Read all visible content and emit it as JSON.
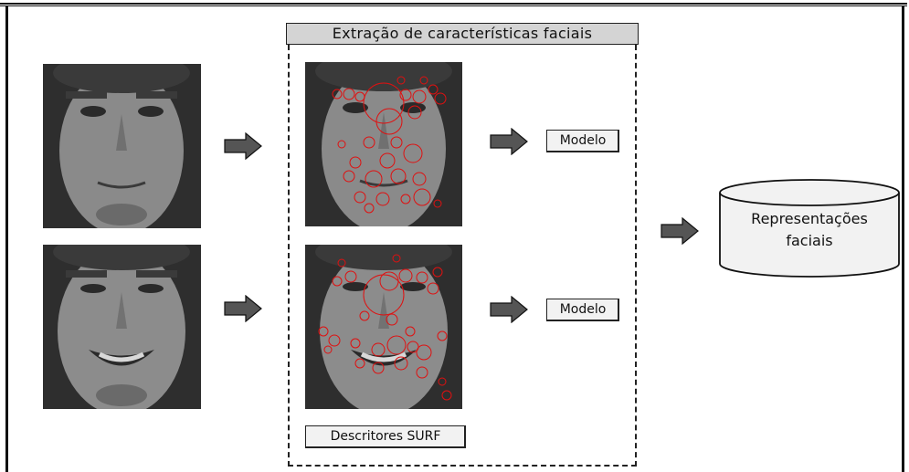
{
  "extraction": {
    "title": "Extração de características faciais",
    "descriptors_label": "Descritores SURF"
  },
  "models": {
    "top_label": "Modelo",
    "bottom_label": "Modelo"
  },
  "storage": {
    "label_line1": "Representações",
    "label_line2": "faciais"
  },
  "colors": {
    "frame": "#111111",
    "arrow_fill": "#555555",
    "title_bg": "#d4d4d4",
    "tag_bg": "#f2f2f2",
    "keypoint": "#e01010"
  }
}
